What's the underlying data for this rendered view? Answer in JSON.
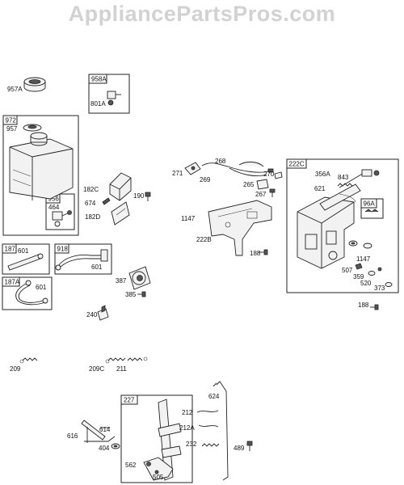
{
  "watermark": "AppliancePartsPros.com",
  "boxes": {
    "b958A": "958A",
    "b972": "972",
    "b956": "956",
    "b187": "187",
    "b918": "918",
    "b187A": "187A",
    "b222C": "222C",
    "b96A": "96A",
    "b227": "227"
  },
  "parts": {
    "p957A": "957A",
    "p957": "957",
    "p801A": "801A",
    "p464": "464",
    "p182C": "182C",
    "p674": "674",
    "p182D": "182D",
    "p190": "190",
    "p601a": "601",
    "p601b": "601",
    "p601c": "601",
    "p387": "387",
    "p385": "385",
    "p240": "240",
    "p271": "271",
    "p268": "268",
    "p269": "269",
    "p270": "270",
    "p265": "265",
    "p267": "267",
    "p1147a": "1147",
    "p222B": "222B",
    "p188a": "188",
    "p356A": "356A",
    "p843": "843",
    "p621": "621",
    "p1147b": "1147",
    "p507": "507",
    "p359": "359",
    "p520": "520",
    "p373": "373",
    "p188b": "188",
    "p209": "209",
    "p209C": "209C",
    "p211": "211",
    "p624": "624",
    "p212": "212",
    "p212A": "212A",
    "p232": "232",
    "p489": "489",
    "p616": "616",
    "p614": "614",
    "p404": "404",
    "p562": "562",
    "p505": "505"
  }
}
